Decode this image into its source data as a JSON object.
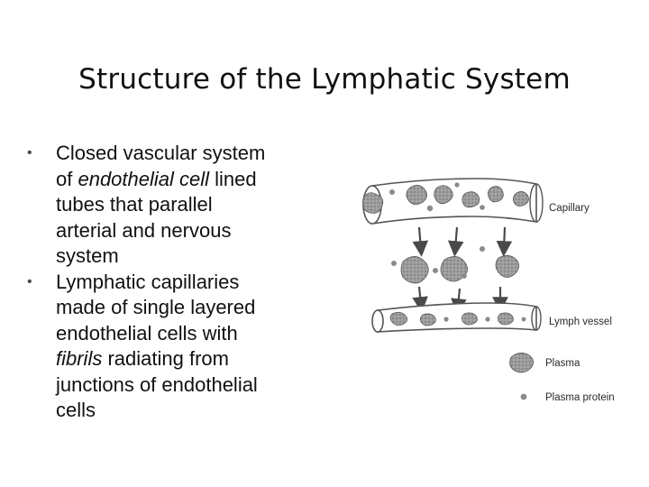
{
  "slide": {
    "title": "Structure of the Lymphatic System"
  },
  "bullets": [
    {
      "lines": [
        [
          {
            "text": "Closed vascular system"
          }
        ],
        [
          {
            "text": "of "
          },
          {
            "text": "endothelial cell",
            "italic": true
          },
          {
            "text": " lined"
          }
        ],
        [
          {
            "text": "tubes that parallel"
          }
        ],
        [
          {
            "text": "arterial and nervous"
          }
        ],
        [
          {
            "text": "system"
          }
        ]
      ]
    },
    {
      "lines": [
        [
          {
            "text": "Lymphatic capillaries"
          }
        ],
        [
          {
            "text": "made of single layered"
          }
        ],
        [
          {
            "text": "endothelial cells with"
          }
        ],
        [
          {
            "text": "fibrils",
            "italic": true
          },
          {
            "text": " radiating from"
          }
        ],
        [
          {
            "text": "junctions of endothelial"
          }
        ],
        [
          {
            "text": "cells"
          }
        ]
      ]
    }
  ],
  "figure": {
    "labels": {
      "capillary": "Capillary",
      "lymph_vessel": "Lymph vessel",
      "plasma": "Plasma",
      "plasma_protein": "Plasma protein"
    }
  }
}
